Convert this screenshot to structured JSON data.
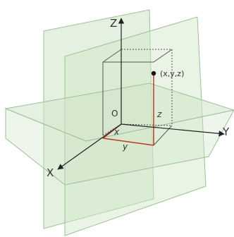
{
  "diagram": {
    "axes": {
      "x_label": "X",
      "y_label": "Y",
      "z_label": "Z",
      "origin_label": "O"
    },
    "point": {
      "label": "(x,y,z)"
    },
    "measures": {
      "x": "x",
      "y": "y",
      "z": "z"
    },
    "colors": {
      "plane_fill": "#cfe6c6",
      "plane_edge": "#9fbf98",
      "box_edge": "#555555",
      "coordinate_path": "#c0392b",
      "axis": "#222222"
    }
  }
}
